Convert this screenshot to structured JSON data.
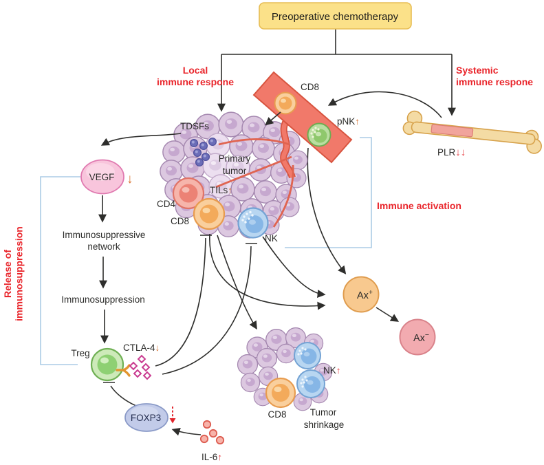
{
  "header": {
    "title": "Preoperative chemotherapy"
  },
  "sections": {
    "local_1": "Local",
    "local_2": "immune respone",
    "systemic_1": "Systemic",
    "systemic_2": "immune respone",
    "release_1": "Release of",
    "release_2": "immunosuppression",
    "immune_activation": "Immune activation"
  },
  "nodes": {
    "tdsfs": "TDSFs",
    "primary_1": "Primary",
    "primary_2": "tumor",
    "tils": "TILs",
    "cd4": "CD4",
    "cd8_tumor": "CD8",
    "nk_tumor": "NK",
    "cd8_vessel": "CD8",
    "pnk": "pNK",
    "plr": "PLR",
    "vegf": "VEGF",
    "immunosuppressive_1": "Immunosuppressive",
    "immunosuppressive_2": "network",
    "immunosuppression": "Immunosuppression",
    "treg": "Treg",
    "ctla4": "CTLA-4",
    "foxp3": "FOXP3",
    "il6": "IL-6",
    "ax_positive": "Ax",
    "ax_positive_sign": "+",
    "ax_negative": "Ax",
    "ax_negative_sign": "−",
    "nk_shrinkage": "NK",
    "cd8_shrinkage": "CD8",
    "shrinkage_1": "Tumor",
    "shrinkage_2": "shrinkage"
  },
  "indicators": {
    "vegf_down": "↓",
    "tils_up": "↑",
    "pnk_up": "↑",
    "plr_down": "↓↓",
    "ctla4_down": "↓",
    "nk_up": "↑",
    "il6_up": "↑"
  },
  "colors": {
    "red_label": "#e9252b",
    "orange_indicator": "#d9702d",
    "red_indicator": "#e63a3f",
    "bracket_blue": "#abcce5",
    "chemo_box_fill": "#fbe189",
    "chemo_box_border": "#e7bd55",
    "vessel_fill": "#f1796a",
    "tumor_cell_fill": "#dcc8e0",
    "treg_green": "#8ed073",
    "nk_blue": "#86b6e6",
    "cd8_orange": "#f3aa5b",
    "cd4_salmon": "#ec8275",
    "ax_pos_fill": "#f8c98f",
    "ax_neg_fill": "#f2abb0",
    "bone_fill": "#f4dba4"
  }
}
